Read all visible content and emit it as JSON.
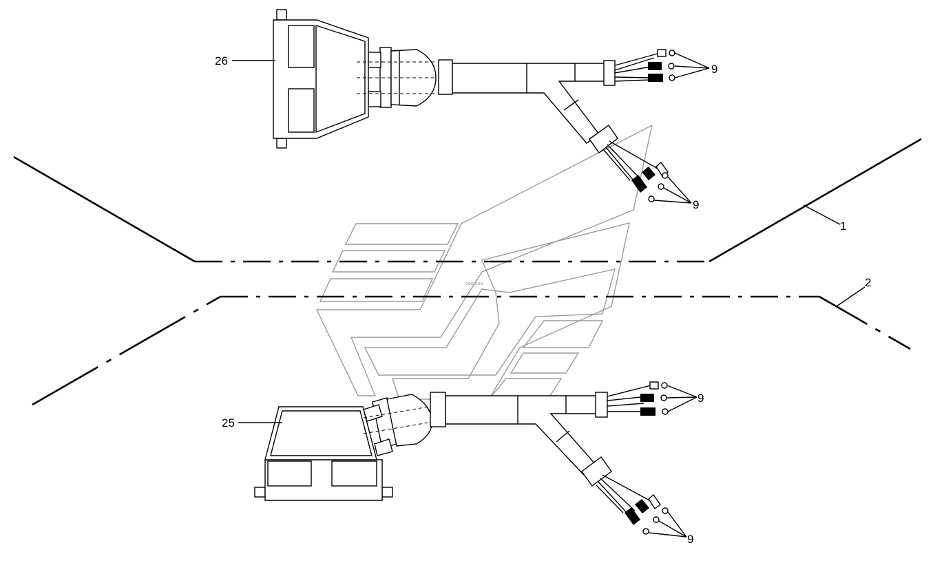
{
  "callouts": {
    "connector_top": "26",
    "connector_bottom": "25",
    "line_upper": "1",
    "line_lower": "2",
    "terminals_top_right": "9",
    "terminals_top_down": "9",
    "terminals_bottom_right": "9",
    "terminals_bottom_down": "9"
  },
  "watermark": {
    "small_text": "ooo ooo"
  }
}
